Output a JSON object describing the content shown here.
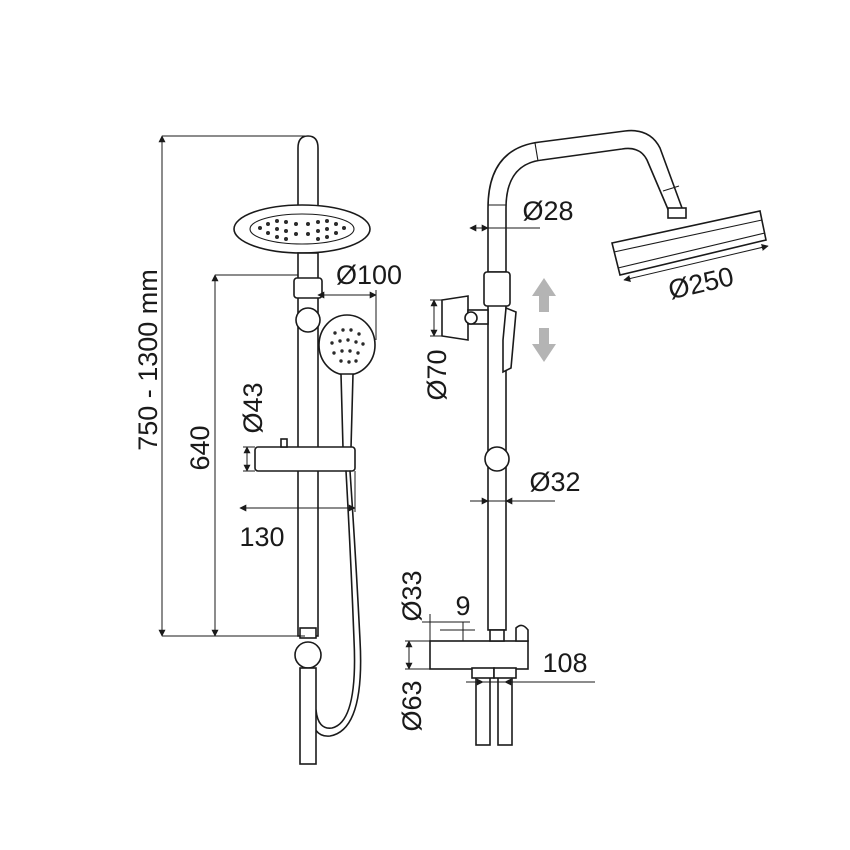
{
  "dimensions": {
    "overall_height": "750 - 1300 mm",
    "rail_height": "640",
    "slider_diameter": "Ø43",
    "slider_offset": "130",
    "handshower_diameter": "Ø100",
    "upper_pipe_diameter": "Ø28",
    "head_diameter": "Ø250",
    "clamp_height": "Ø70",
    "lower_pipe_diameter": "Ø32",
    "valve_diameter": "Ø33",
    "valve_offset": "9",
    "outlet_height": "Ø63",
    "inlet_spacing": "108"
  },
  "colors": {
    "line": "#1a1a1a",
    "adjust_arrow": "#b4b4b4"
  },
  "icons": {
    "height_adjust": "double-vertical-arrow"
  }
}
